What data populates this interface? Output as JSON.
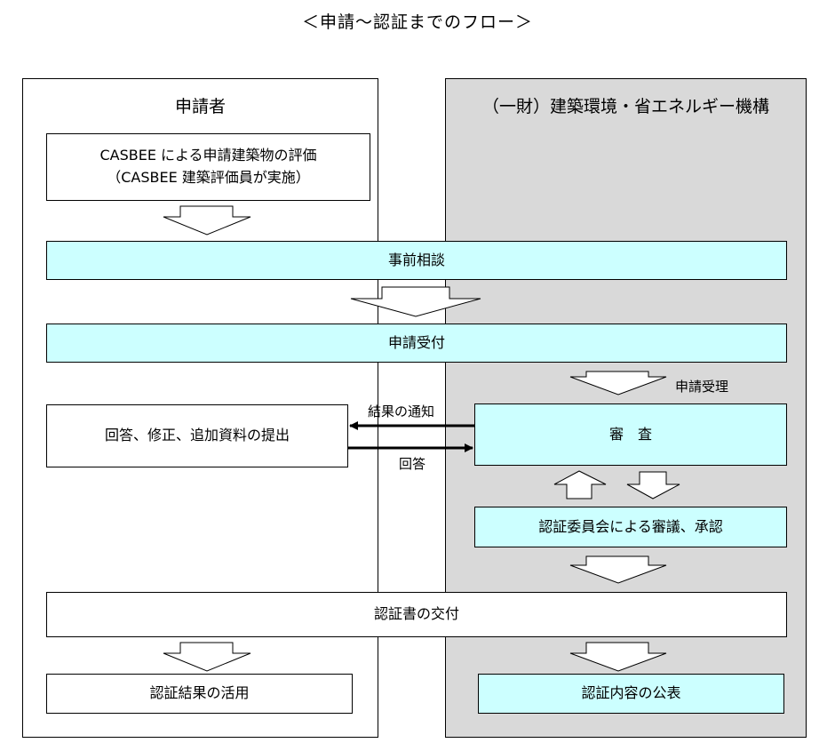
{
  "title": "＜申請～認証までのフロー＞",
  "lanes": {
    "applicant": "申請者",
    "institute": "（一財）建築環境・省エネルギー機構"
  },
  "boxes": {
    "self_evaluation_line1": "CASBEE による申請建築物の評価",
    "self_evaluation_line2": "（CASBEE 建築評価員が実施）",
    "pre_consultation": "事前相談",
    "application_receipt": "申請受付",
    "response_submission": "回答、修正、追加資料の提出",
    "review": "審　査",
    "committee_approval": "認証委員会による審議、承認",
    "certificate_issue": "認証書の交付",
    "result_utilization": "認証結果の活用",
    "publication": "認証内容の公表"
  },
  "labels": {
    "application_accepted": "申請受理",
    "result_notification": "結果の通知",
    "answer": "回答"
  },
  "colors": {
    "highlight_box": "#ccffff",
    "institute_lane": "#d9d9d9"
  }
}
